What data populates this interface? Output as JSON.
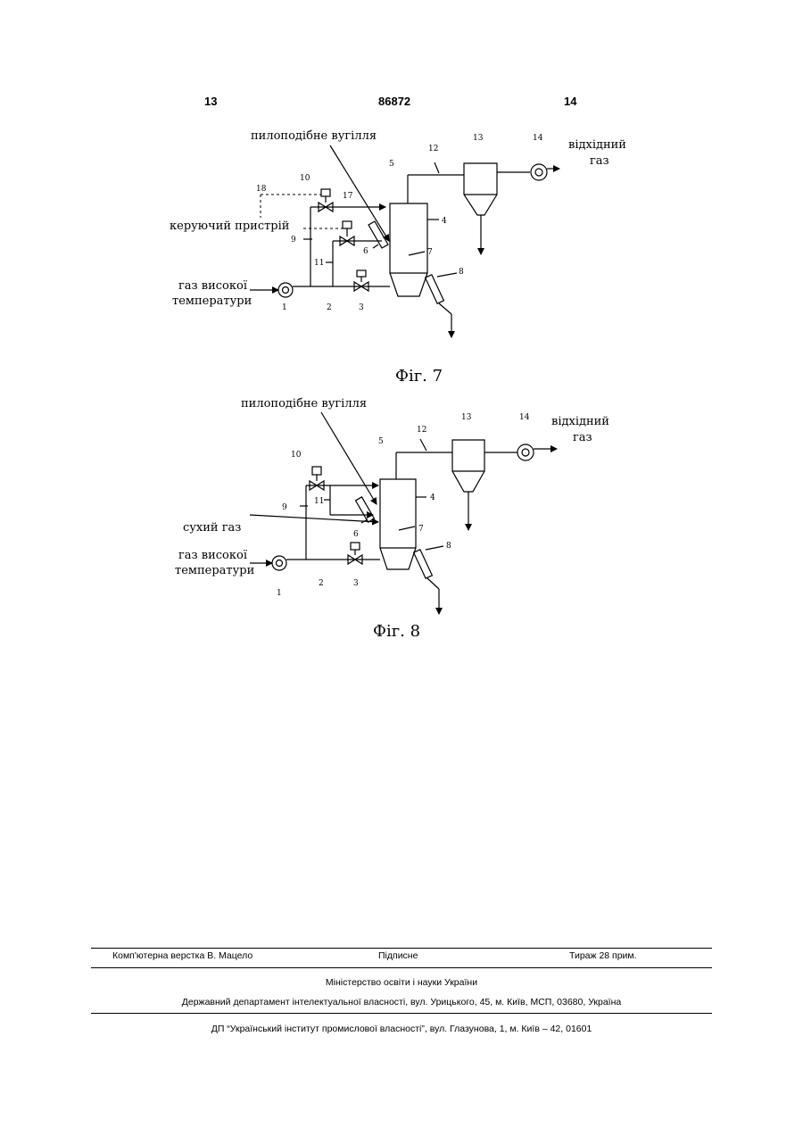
{
  "header": {
    "left_page": "13",
    "doc_number": "86872",
    "right_page": "14"
  },
  "figure7": {
    "caption": "Фіг. 7",
    "labels": {
      "coal": "пилоподібне вугілля",
      "exhaust_line1": "відхідний",
      "exhaust_line2": "газ",
      "controller": "керуючий пристрій",
      "hot_gas_line1": "газ високої",
      "hot_gas_line2": "температури"
    },
    "numbers": [
      "1",
      "2",
      "3",
      "4",
      "5",
      "6",
      "7",
      "8",
      "9",
      "10",
      "11",
      "12",
      "13",
      "14",
      "17",
      "18"
    ]
  },
  "figure8": {
    "caption": "Фіг. 8",
    "labels": {
      "coal": "пилоподібне вугілля",
      "exhaust_line1": "відхідний",
      "exhaust_line2": "газ",
      "dry_gas": "сухий газ",
      "hot_gas_line1": "газ високої",
      "hot_gas_line2": "температури"
    },
    "numbers": [
      "1",
      "2",
      "3",
      "4",
      "5",
      "6",
      "7",
      "8",
      "9",
      "10",
      "11",
      "12",
      "13",
      "14"
    ]
  },
  "footer": {
    "layout": "Комп'ютерна верстка В. Мацело",
    "signed": "Підписне",
    "print_run": "Тираж 28 прим.",
    "ministry": "Міністерство освіти і науки України",
    "department": "Державний департамент інтелектуальної власності, вул. Урицького, 45, м. Київ, МСП, 03680, Україна",
    "institute": "ДП “Український інститут промислової власності”, вул. Глазунова, 1, м. Київ – 42, 01601"
  }
}
